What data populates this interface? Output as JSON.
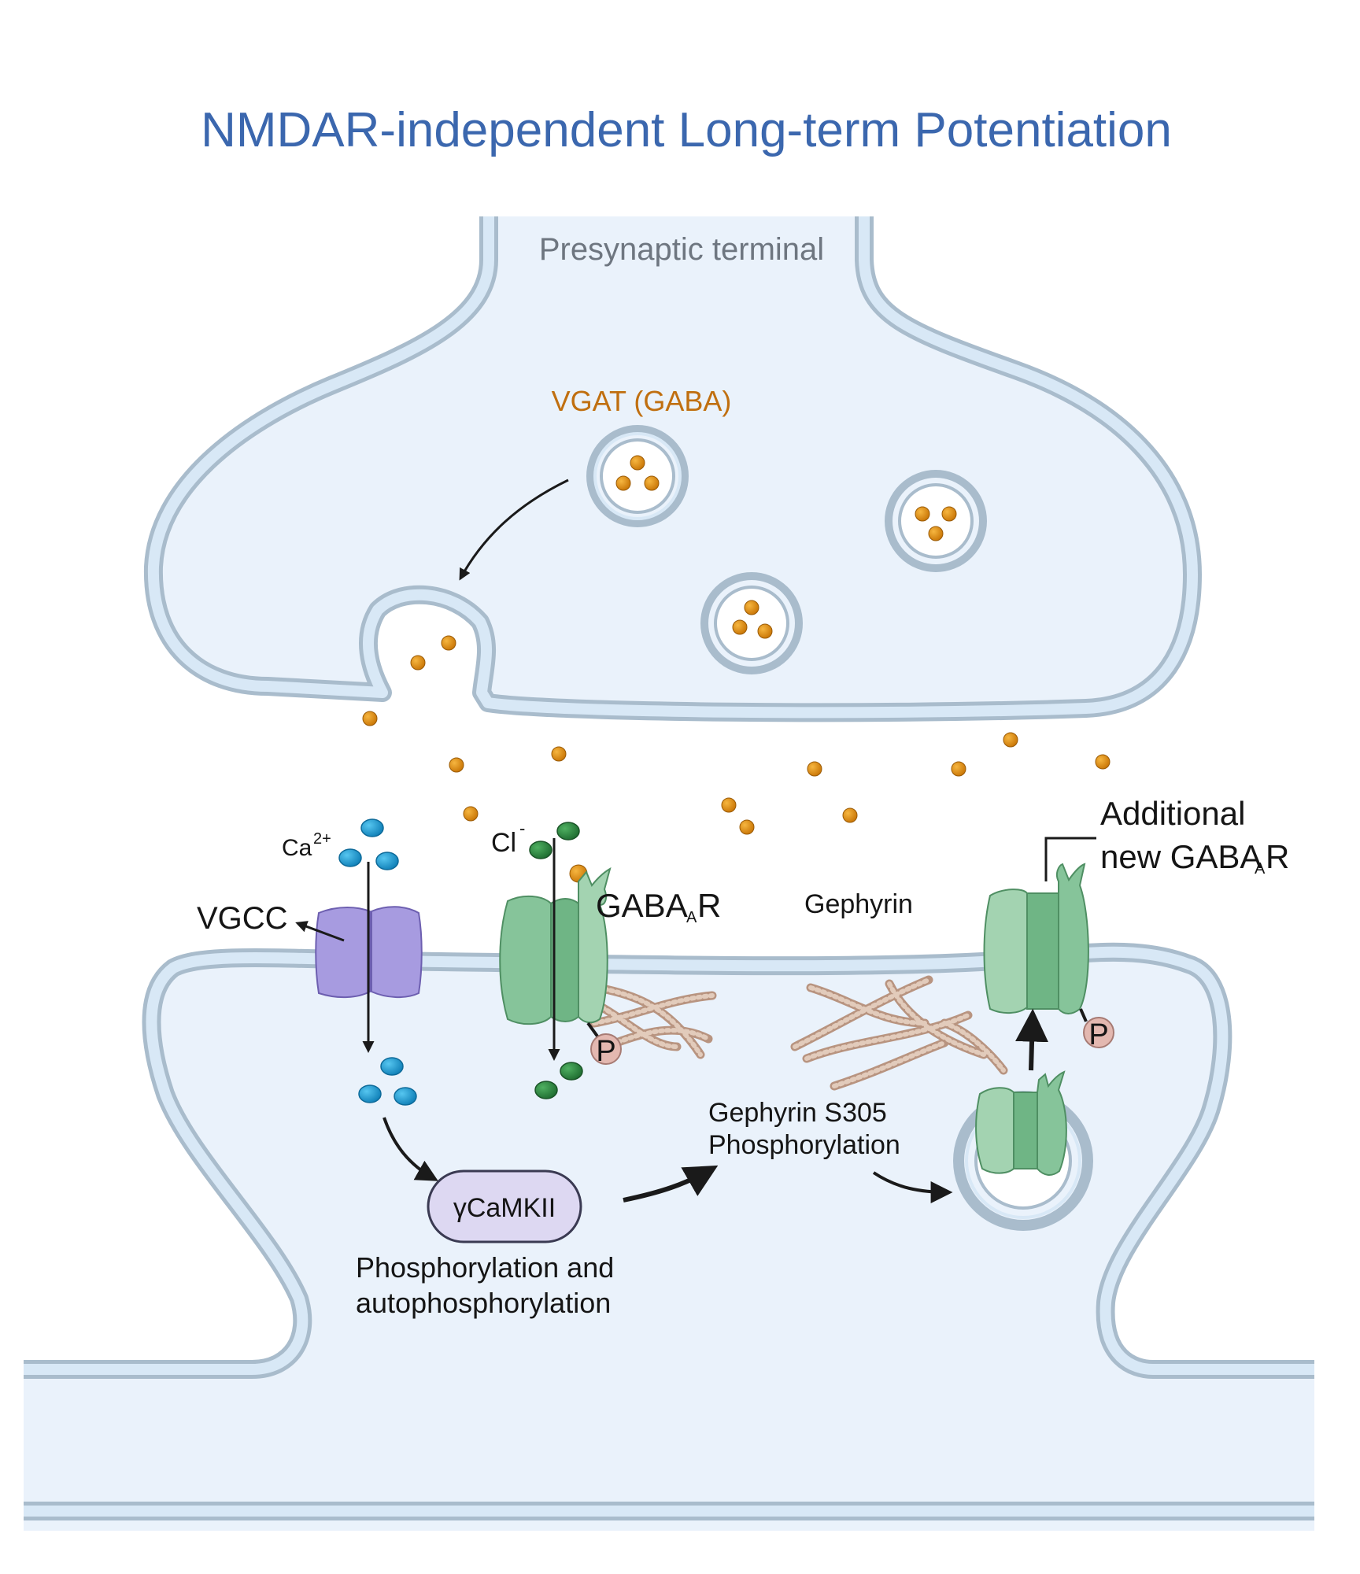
{
  "title": "NMDAR-independent Long-term Potentiation",
  "labels": {
    "presynaptic": "Presynaptic terminal",
    "vgat": "VGAT (GABA)",
    "ca_base": "Ca",
    "ca_sup": "2+",
    "cl_base": "Cl",
    "cl_sup": "-",
    "vgcc": "VGCC",
    "gabaar_base": "GABA",
    "gabaar_sub": "A",
    "gabaar_end": "R",
    "gephyrin": "Gephyrin",
    "additional_line1": "Additional",
    "additional_line2_base": "new GABA",
    "additional_line2_sub": "A",
    "additional_line2_end": "R",
    "gephyrin_s305_line1": "Gephyrin S305",
    "gephyrin_s305_line2": "Phosphorylation",
    "camkii": "γCaMKII",
    "camkii_caption_line1": "Phosphorylation and",
    "camkii_caption_line2": "autophosphorylation",
    "phospho": "P"
  },
  "colors": {
    "title": "#3b67ae",
    "membrane": "#a9bccc",
    "membrane_fill": "#d8e8f6",
    "cytoplasm": "#eaf2fb",
    "gaba": "#dc8a0e",
    "calcium": "#1d9bd2",
    "chloride": "#2f8a44",
    "receptor": "#86c49a",
    "vgcc": "#a79be0",
    "camkii": "#ddd8f2",
    "gephyrin": "#cfb29f",
    "phospho": "#e3b8b0"
  }
}
